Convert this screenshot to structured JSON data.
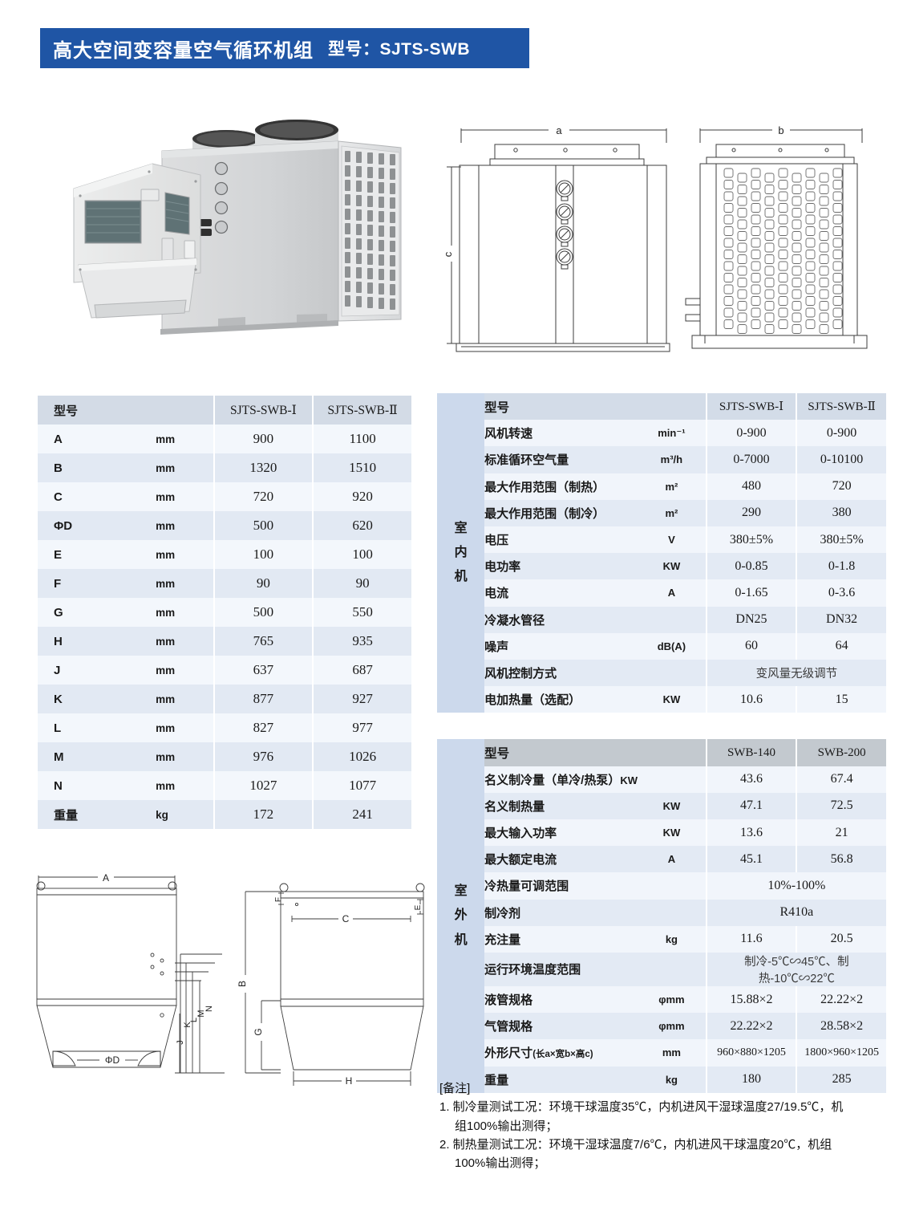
{
  "header": {
    "title": "高大空间变容量空气循环机组",
    "model_label": "型号：SJTS-SWB"
  },
  "dimension_table": {
    "columns": [
      "型号",
      "",
      "SJTS-SWB-Ⅰ",
      "SJTS-SWB-Ⅱ"
    ],
    "rows": [
      {
        "label": "A",
        "unit": "mm",
        "v1": "900",
        "v2": "1100"
      },
      {
        "label": "B",
        "unit": "mm",
        "v1": "1320",
        "v2": "1510"
      },
      {
        "label": "C",
        "unit": "mm",
        "v1": "720",
        "v2": "920"
      },
      {
        "label": "ΦD",
        "unit": "mm",
        "v1": "500",
        "v2": "620"
      },
      {
        "label": "E",
        "unit": "mm",
        "v1": "100",
        "v2": "100"
      },
      {
        "label": "F",
        "unit": "mm",
        "v1": "90",
        "v2": "90"
      },
      {
        "label": "G",
        "unit": "mm",
        "v1": "500",
        "v2": "550"
      },
      {
        "label": "H",
        "unit": "mm",
        "v1": "765",
        "v2": "935"
      },
      {
        "label": "J",
        "unit": "mm",
        "v1": "637",
        "v2": "687"
      },
      {
        "label": "K",
        "unit": "mm",
        "v1": "877",
        "v2": "927"
      },
      {
        "label": "L",
        "unit": "mm",
        "v1": "827",
        "v2": "977"
      },
      {
        "label": "M",
        "unit": "mm",
        "v1": "976",
        "v2": "1026"
      },
      {
        "label": "N",
        "unit": "mm",
        "v1": "1027",
        "v2": "1077"
      },
      {
        "label": "重量",
        "unit": "kg",
        "v1": "172",
        "v2": "241"
      }
    ]
  },
  "indoor": {
    "side_label": [
      "室",
      "内",
      "机"
    ],
    "header": {
      "name": "型号",
      "unit": "",
      "v1": "SJTS-SWB-Ⅰ",
      "v2": "SJTS-SWB-Ⅱ"
    },
    "rows": [
      {
        "name": "风机转速",
        "unit": "min⁻¹",
        "v1": "0-900",
        "v2": "0-900"
      },
      {
        "name": "标准循环空气量",
        "unit": "m³/h",
        "v1": "0-7000",
        "v2": "0-10100"
      },
      {
        "name": "最大作用范围（制热）",
        "unit": "m²",
        "v1": "480",
        "v2": "720"
      },
      {
        "name": "最大作用范围（制冷）",
        "unit": "m²",
        "v1": "290",
        "v2": "380"
      },
      {
        "name": "电压",
        "unit": "V",
        "v1": "380±5%",
        "v2": "380±5%"
      },
      {
        "name": "电功率",
        "unit": "KW",
        "v1": "0-0.85",
        "v2": "0-1.8"
      },
      {
        "name": "电流",
        "unit": "A",
        "v1": "0-1.65",
        "v2": "0-3.6"
      },
      {
        "name": "冷凝水管径",
        "unit": "",
        "v1": "DN25",
        "v2": "DN32"
      },
      {
        "name": "噪声",
        "unit": "dB(A)",
        "v1": "60",
        "v2": "64"
      },
      {
        "name": "风机控制方式",
        "unit": "",
        "span": "变风量无级调节"
      },
      {
        "name": "电加热量（选配）",
        "unit": "KW",
        "v1": "10.6",
        "v2": "15"
      }
    ]
  },
  "outdoor": {
    "side_label": [
      "室",
      "外",
      "机"
    ],
    "header": {
      "name": "型号",
      "unit": "",
      "v1": "SWB-140",
      "v2": "SWB-200"
    },
    "rows": [
      {
        "name": "名义制冷量（单冷/热泵）",
        "unit": "KW",
        "unit_inline": true,
        "v1": "43.6",
        "v2": "67.4"
      },
      {
        "name": "名义制热量",
        "unit": "KW",
        "v1": "47.1",
        "v2": "72.5"
      },
      {
        "name": "最大输入功率",
        "unit": "KW",
        "v1": "13.6",
        "v2": "21"
      },
      {
        "name": "最大额定电流",
        "unit": "A",
        "v1": "45.1",
        "v2": "56.8"
      },
      {
        "name": "冷热量可调范围",
        "unit": "",
        "span": "10%-100%"
      },
      {
        "name": "制冷剂",
        "unit": "",
        "span": "R410a"
      },
      {
        "name": "充注量",
        "unit": "kg",
        "v1": "11.6",
        "v2": "20.5"
      },
      {
        "name": "运行环境温度范围",
        "unit": "",
        "span": "制冷-5℃∽45℃、制热-10℃∽22℃"
      },
      {
        "name": "液管规格",
        "unit": "φmm",
        "v1": "15.88×2",
        "v2": "22.22×2"
      },
      {
        "name": "气管规格",
        "unit": "φmm",
        "v1": "22.22×2",
        "v2": "28.58×2"
      },
      {
        "name": "外形尺寸",
        "name_sub": "(长a×宽b×高c)",
        "unit": "mm",
        "v1": "960×880×1205",
        "v2": "1800×960×1205"
      },
      {
        "name": "重量",
        "unit": "kg",
        "v1": "180",
        "v2": "285"
      }
    ]
  },
  "notes": {
    "title": "[备注]",
    "items": [
      {
        "line1": "1. 制冷量测试工况：环境干球温度35℃，内机进风干湿球温度27/19.5℃，机",
        "line2": "组100%输出测得；"
      },
      {
        "line1": "2. 制热量测试工况：环境干湿球温度7/6℃，内机进风干球温度20℃，机组",
        "line2": "100%输出测得；"
      }
    ]
  },
  "drawings": {
    "front_outdoor_width": "a",
    "front_outdoor_height": "c",
    "side_outdoor_width": "b",
    "indoor_top_a": "A",
    "indoor_top_phid": "ΦD",
    "indoor_top_j": "J",
    "indoor_top_k": "K",
    "indoor_top_l": "L",
    "indoor_top_m": "M",
    "indoor_top_n": "N",
    "indoor_side_b": "B",
    "indoor_side_c": "C",
    "indoor_side_e": "E",
    "indoor_side_f": "F",
    "indoor_side_g": "G",
    "indoor_side_h": "H"
  },
  "colors": {
    "brand_blue": "#1f55a5",
    "table_header": "#d3dbe6",
    "row_light": "#f3f7fc",
    "row_dark": "#e2e9f3",
    "side_band": "#ccd9ec",
    "outdoor_header": "#c3c9cf"
  }
}
